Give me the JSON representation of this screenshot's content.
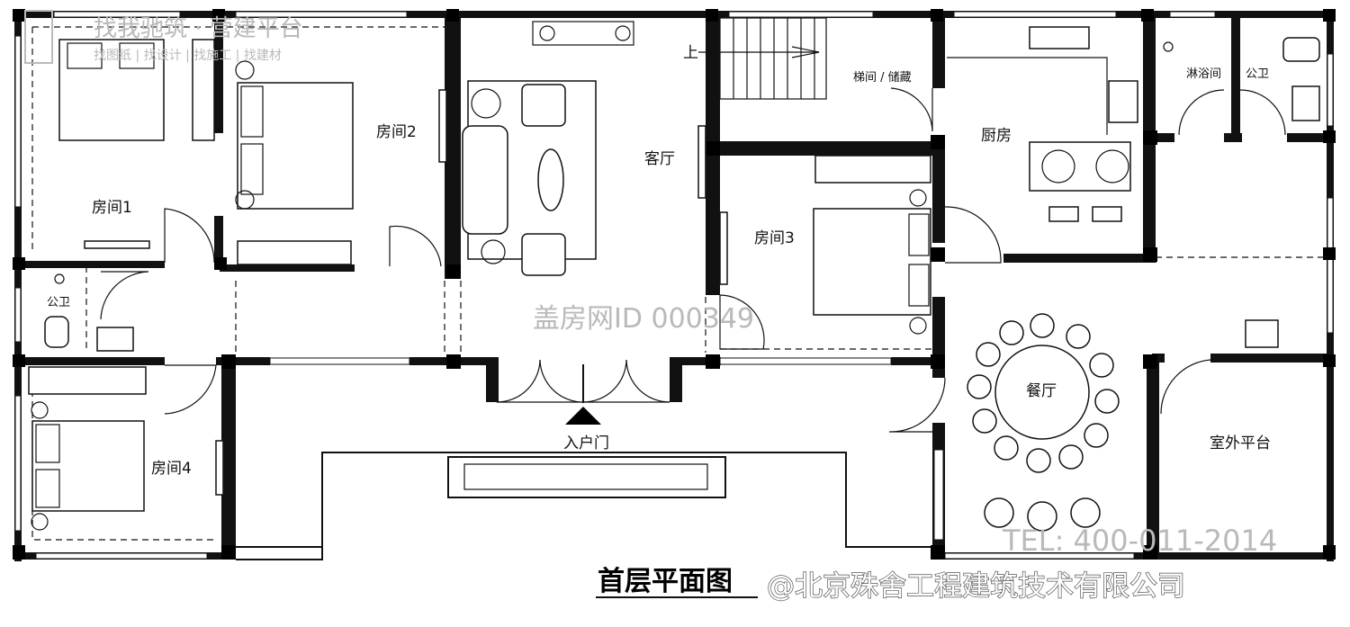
{
  "watermark_top": {
    "name": "找我驰筑 · 营建平台",
    "tags": "找图纸 | 找设计 | 找施工 | 找建材"
  },
  "watermark_id": "盖房网ID 000349",
  "phone": "TEL: 400-011-2014",
  "title": "首层平面图",
  "copyright": "@北京殊舍工程建筑技术有限公司",
  "stair_up": "上",
  "rooms": {
    "room1": "房间1",
    "room2": "房间2",
    "room3": "房间3",
    "room4": "房间4",
    "living": "客厅",
    "stair": "梯间 / 储藏",
    "kitchen": "厨房",
    "shower": "淋浴间",
    "wc_right": "公卫",
    "wc_left": "公卫",
    "dining": "餐厅",
    "terrace": "室外平台",
    "entrance": "入户门"
  }
}
